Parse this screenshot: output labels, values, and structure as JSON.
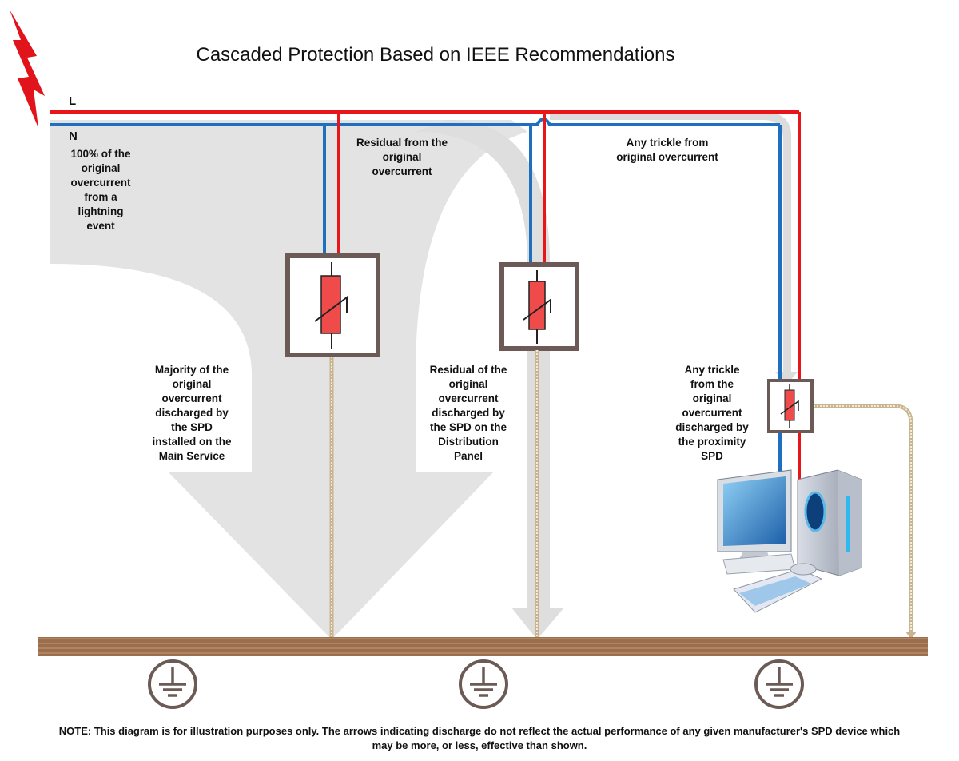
{
  "title": "Cascaded Protection Based on IEEE Recommendations",
  "lines": {
    "live": "L",
    "neutral": "N"
  },
  "labels": {
    "source": "100% of the\noriginal\novercurrent\nfrom a\nlightning\nevent",
    "residual_from": "Residual from the\noriginal\novercurrent",
    "trickle_from": "Any trickle from\noriginal overcurrent",
    "majority_discharged": "Majority of the\noriginal\novercurrent\ndischarged by\nthe SPD\ninstalled on the\nMain Service",
    "residual_discharged": "Residual of the\noriginal\novercurrent\ndischarged by\nthe SPD on the\nDistribution\nPanel",
    "trickle_discharged": "Any trickle\nfrom the\noriginal\novercurrent\ndischarged by\nthe proximity\nSPD"
  },
  "note": "NOTE: This diagram is for illustration purposes only. The arrows indicating discharge do not reflect the actual performance of any given manufacturer's SPD device which may be more, or less, effective than shown.",
  "colors": {
    "live": "#e8161b",
    "neutral": "#1f6fc0",
    "flow": "#e3e3e3",
    "ground": "#9b6e4c",
    "spd_frame": "#6b5a55",
    "varistor": "#ef4b4b",
    "bolt": "#e0141a"
  },
  "icons": [
    "lightning-bolt-icon",
    "varistor-icon",
    "ground-symbol-icon",
    "computer-icon"
  ]
}
